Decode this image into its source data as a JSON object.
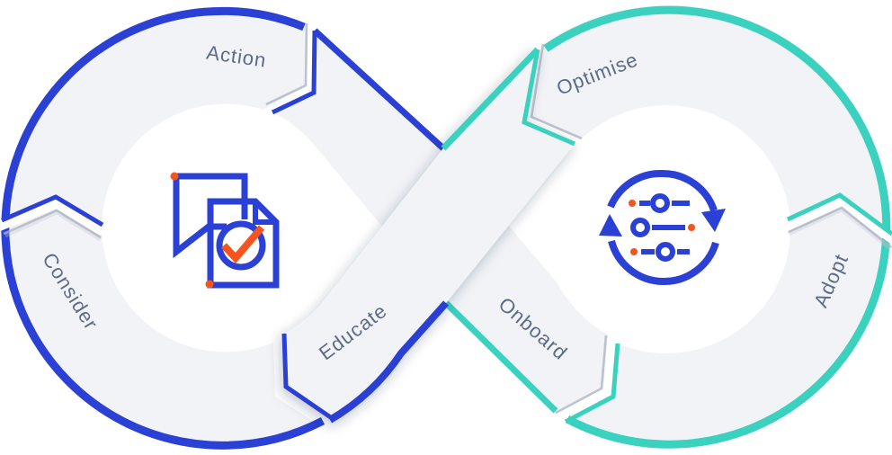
{
  "diagram": {
    "title": "infinity-adoption-loop",
    "labels": {
      "action": "Action",
      "consider": "Consider",
      "educate": "Educate",
      "optimise": "Optimise",
      "onboard": "Onboard",
      "adopt": "Adopt"
    },
    "colors": {
      "left_loop": "#2b40d4",
      "right_loop": "#3ad1bf",
      "band": "#f1f3f7",
      "label_text": "#5d6b87",
      "accent_orange": "#f4551f",
      "background": "#ffffff"
    },
    "icons": {
      "left": "chat-document-check-icon",
      "right": "sync-sliders-icon"
    }
  }
}
